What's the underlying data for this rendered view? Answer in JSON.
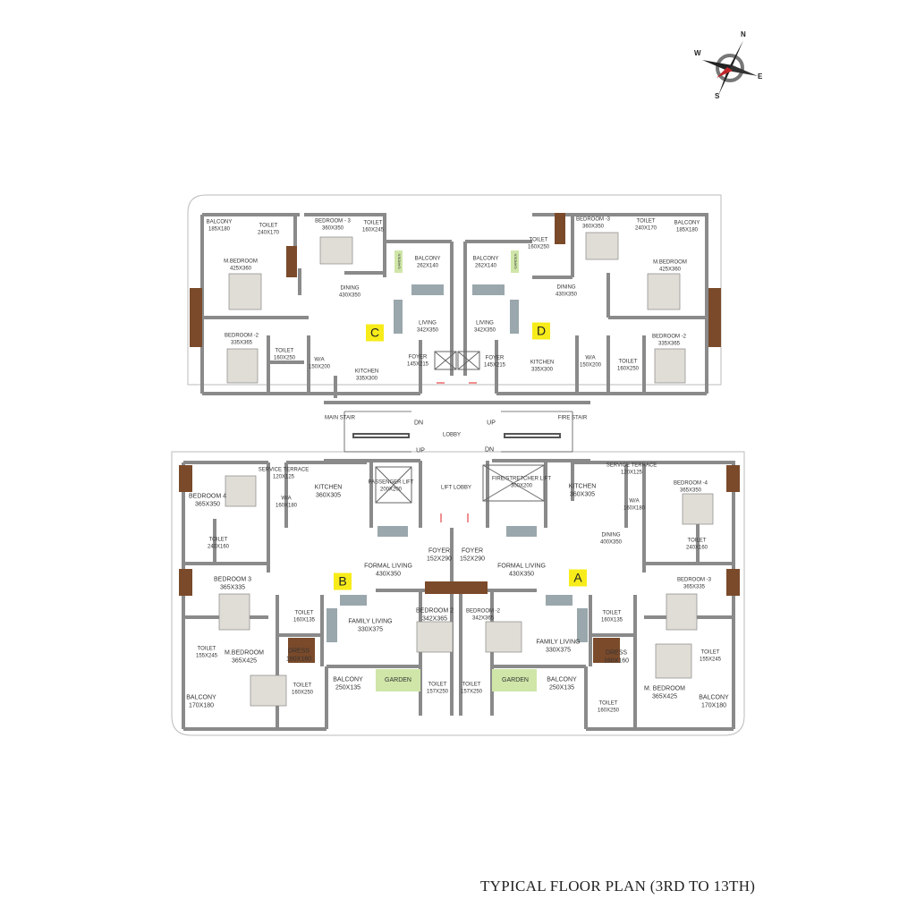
{
  "title": "TYPICAL FLOOR PLAN (3RD TO 13TH)",
  "compass": {
    "n": "N",
    "e": "E",
    "s": "S",
    "w": "W"
  },
  "colors": {
    "wall": "#8a8a8a",
    "badge": "#f7ec1a",
    "garden": "#cfe6a8",
    "wood": "#7a4a2a"
  },
  "units": {
    "C": {
      "badge": "C",
      "rooms": [
        {
          "name": "BALCONY",
          "size": "185X180"
        },
        {
          "name": "TOILET",
          "size": "240X170"
        },
        {
          "name": "BEDROOM - 3",
          "size": "360X350"
        },
        {
          "name": "TOILET",
          "size": "160X245"
        },
        {
          "name": "BALCONY",
          "size": "262X140"
        },
        {
          "name": "M.BEDROOM",
          "size": "425X360"
        },
        {
          "name": "DINING",
          "size": "430X350"
        },
        {
          "name": "LIVING",
          "size": "342X350"
        },
        {
          "name": "BEDROOM -2",
          "size": "335X365"
        },
        {
          "name": "TOILET",
          "size": "160X250"
        },
        {
          "name": "W/A",
          "size": "150X200"
        },
        {
          "name": "KITCHEN",
          "size": "335X300"
        },
        {
          "name": "FOYER",
          "size": "145X215"
        },
        {
          "name": "GARDEN",
          "size": ""
        }
      ]
    },
    "D": {
      "badge": "D",
      "rooms": [
        {
          "name": "TOILET",
          "size": "160X250"
        },
        {
          "name": "BEDROOM -3",
          "size": "360X350"
        },
        {
          "name": "TOILET",
          "size": "240X170"
        },
        {
          "name": "BALCONY",
          "size": "185X180"
        },
        {
          "name": "BALCONY",
          "size": "262X140"
        },
        {
          "name": "M.BEDROOM",
          "size": "425X360"
        },
        {
          "name": "DINING",
          "size": "430X350"
        },
        {
          "name": "LIVING",
          "size": "342X350"
        },
        {
          "name": "BEDROOM -2",
          "size": "335X365"
        },
        {
          "name": "W/A",
          "size": "150X200"
        },
        {
          "name": "TOILET",
          "size": "160X250"
        },
        {
          "name": "KITCHEN",
          "size": "335X300"
        },
        {
          "name": "FOYER",
          "size": "145X215"
        },
        {
          "name": "GARDEN",
          "size": ""
        }
      ]
    },
    "B": {
      "badge": "B",
      "rooms": [
        {
          "name": "SERVICE TERRACE",
          "size": "120X125"
        },
        {
          "name": "BEDROOM 4",
          "size": "365X350"
        },
        {
          "name": "KITCHEN",
          "size": "360X305"
        },
        {
          "name": "W/A",
          "size": "160X180"
        },
        {
          "name": "TOILET",
          "size": "240X160"
        },
        {
          "name": "BEDROOM 3",
          "size": "365X335"
        },
        {
          "name": "FORMAL LIVING",
          "size": "430X350"
        },
        {
          "name": "FOYER",
          "size": "152X290"
        },
        {
          "name": "TOILET",
          "size": "160X135"
        },
        {
          "name": "FAMILY LIVING",
          "size": "330X375"
        },
        {
          "name": "BEDROOM 2",
          "size": "342X365"
        },
        {
          "name": "M.BEDROOM",
          "size": "365X425"
        },
        {
          "name": "DRESS",
          "size": "160X160"
        },
        {
          "name": "TOILET",
          "size": "155X245"
        },
        {
          "name": "BALCONY",
          "size": "250X135"
        },
        {
          "name": "GARDEN",
          "size": ""
        },
        {
          "name": "TOILET",
          "size": "157X250"
        },
        {
          "name": "TOILET",
          "size": "160X250"
        },
        {
          "name": "BALCONY",
          "size": "170X180"
        }
      ]
    },
    "A": {
      "badge": "A",
      "rooms": [
        {
          "name": "SERVICE TERRACE",
          "size": "120X125"
        },
        {
          "name": "KITCHEN",
          "size": "360X305"
        },
        {
          "name": "W/A",
          "size": "160X180"
        },
        {
          "name": "BEDROOM -4",
          "size": "365X350"
        },
        {
          "name": "FOYER",
          "size": "152X290"
        },
        {
          "name": "DINING",
          "size": "400X350"
        },
        {
          "name": "TOILET",
          "size": "240X160"
        },
        {
          "name": "FORMAL LIVING",
          "size": "430X350"
        },
        {
          "name": "BEDROOM -3",
          "size": "365X335"
        },
        {
          "name": "BEDROOM -2",
          "size": "342X365"
        },
        {
          "name": "TOILET",
          "size": "160X135"
        },
        {
          "name": "FAMILY LIVING",
          "size": "330X375"
        },
        {
          "name": "DRESS",
          "size": "160X160"
        },
        {
          "name": "TOILET",
          "size": "155X245"
        },
        {
          "name": "M. BEDROOM",
          "size": "365X425"
        },
        {
          "name": "GARDEN",
          "size": ""
        },
        {
          "name": "BALCONY",
          "size": "250X135"
        },
        {
          "name": "TOILET",
          "size": "157X250"
        },
        {
          "name": "TOILET",
          "size": "160X250"
        },
        {
          "name": "BALCONY",
          "size": "170X180"
        }
      ]
    }
  },
  "core": [
    {
      "name": "MAIN STAIR",
      "size": ""
    },
    {
      "name": "DN",
      "size": ""
    },
    {
      "name": "UP",
      "size": ""
    },
    {
      "name": "LOBBY",
      "size": ""
    },
    {
      "name": "UP",
      "size": ""
    },
    {
      "name": "DN",
      "size": ""
    },
    {
      "name": "FIRE STAIR",
      "size": ""
    },
    {
      "name": "PASSENGER LIFT",
      "size": "200X200"
    },
    {
      "name": "LIFT LOBBY",
      "size": ""
    },
    {
      "name": "FIRE/STRETCHER LIFT",
      "size": "300X200"
    }
  ]
}
